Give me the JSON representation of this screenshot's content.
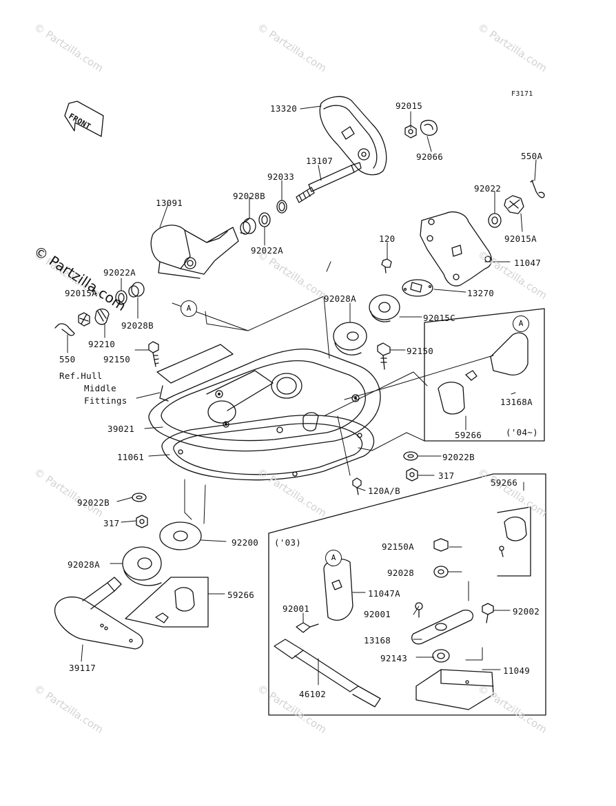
{
  "figure_code": "F3171",
  "front_arrow_label": "FRONT",
  "watermark_text": "© Partzilla.com",
  "ref_note": [
    "Ref.Hull",
    "Middle",
    "Fittings"
  ],
  "callouts": [
    "A",
    "A",
    "A"
  ],
  "inset_labels": {
    "year_04": "('04~)",
    "year_03": "('03)"
  },
  "part_labels": [
    "13320",
    "92015",
    "92066",
    "13107",
    "92033",
    "550A",
    "13091",
    "92028B",
    "92022",
    "92022A",
    "120",
    "92015A",
    "11047",
    "92022A",
    "92015A",
    "92028B",
    "92028A",
    "92015C",
    "13270",
    "92210",
    "550",
    "92150",
    "92150",
    "13168A",
    "59266",
    "39021",
    "11061",
    "92022B",
    "317",
    "120A/B",
    "92022B",
    "59266",
    "317",
    "92200",
    "92150A",
    "92028A",
    "92028",
    "11047A",
    "59266",
    "92001",
    "92001",
    "92002",
    "13168",
    "92143",
    "39117",
    "11049",
    "46102"
  ],
  "palette": {
    "line": "#111111",
    "watermark": "#d2d2d2",
    "background": "#ffffff"
  }
}
